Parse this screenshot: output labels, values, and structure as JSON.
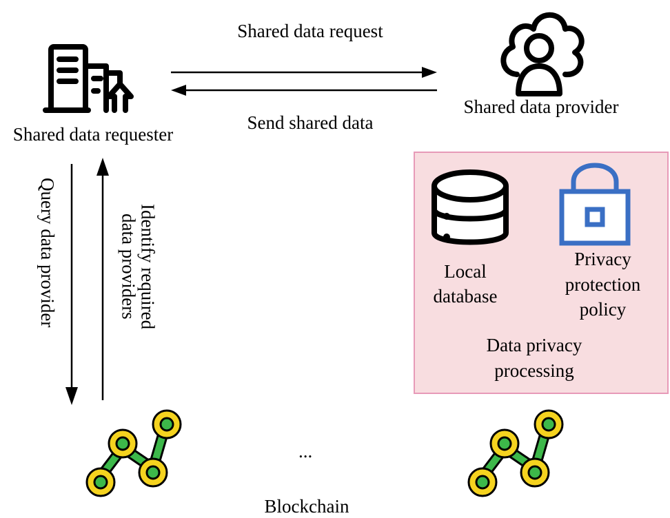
{
  "requester": {
    "label": "Shared data requester"
  },
  "provider": {
    "label": "Shared data provider"
  },
  "arrows": {
    "request": "Shared data request",
    "send": "Send shared data",
    "query": "Query data provider",
    "identify_line1": "Identify required",
    "identify_line2": "data providers"
  },
  "privacy_panel": {
    "local_db_line1": "Local",
    "local_db_line2": "database",
    "policy_line1": "Privacy",
    "policy_line2": "protection",
    "policy_line3": "policy",
    "title_line1": "Data privacy",
    "title_line2": "processing"
  },
  "blockchain": {
    "ellipsis": "...",
    "label": "Blockchain"
  },
  "colors": {
    "panel_fill": "#f8dde0",
    "panel_border": "#e79ab8",
    "lock_blue": "#3a6fc4",
    "chain_yellow": "#f5d31f",
    "chain_green": "#3db84a"
  }
}
